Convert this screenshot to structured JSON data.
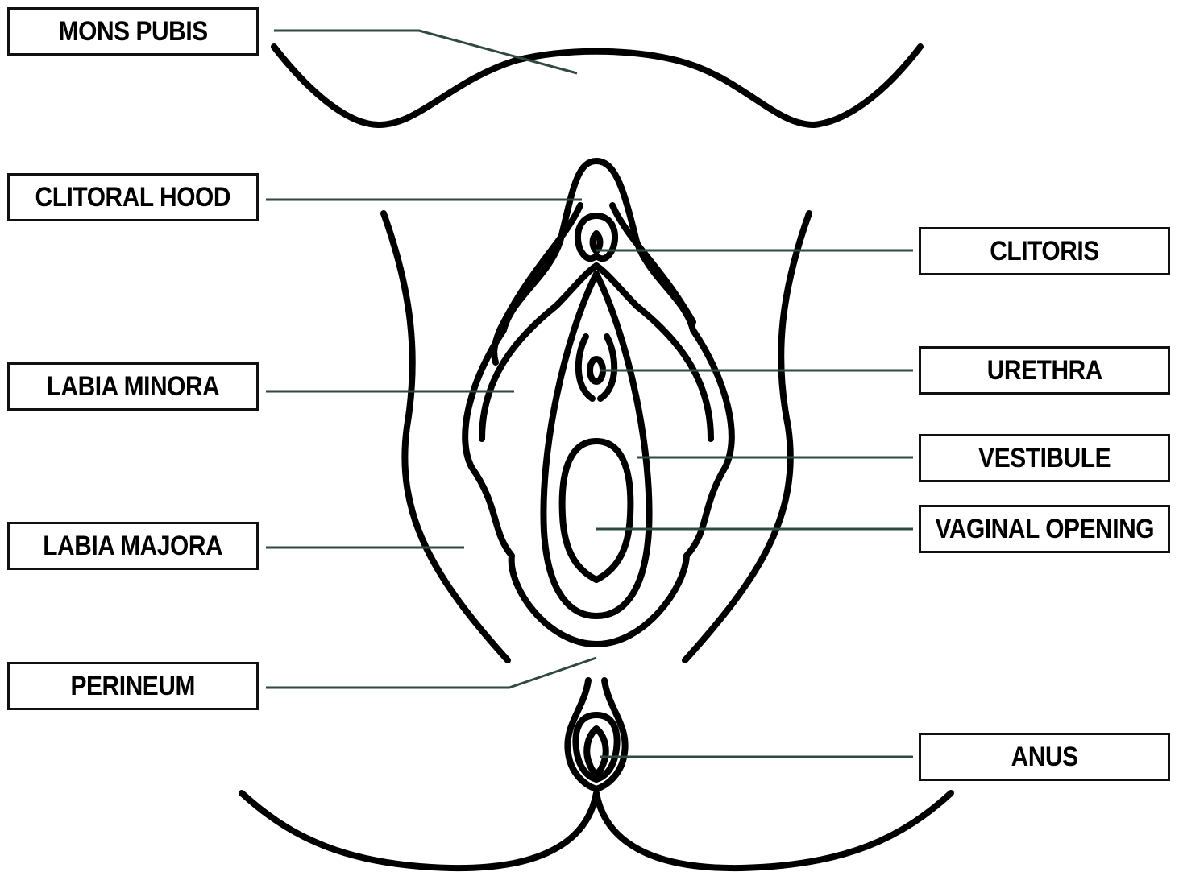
{
  "labels": {
    "mons_pubis": "MONS PUBIS",
    "clitoral_hood": "CLITORAL HOOD",
    "labia_minora": "LABIA MINORA",
    "labia_majora": "LABIA MAJORA",
    "perineum": "PERINEUM",
    "clitoris": "CLITORIS",
    "urethra": "URETHRA",
    "vestibule": "VESTIBULE",
    "vaginal_opening": "VAGINAL OPENING",
    "anus": "ANUS"
  },
  "colors": {
    "outline": "#000000",
    "leader_line": "#2f4a3e",
    "background": "#ffffff"
  }
}
